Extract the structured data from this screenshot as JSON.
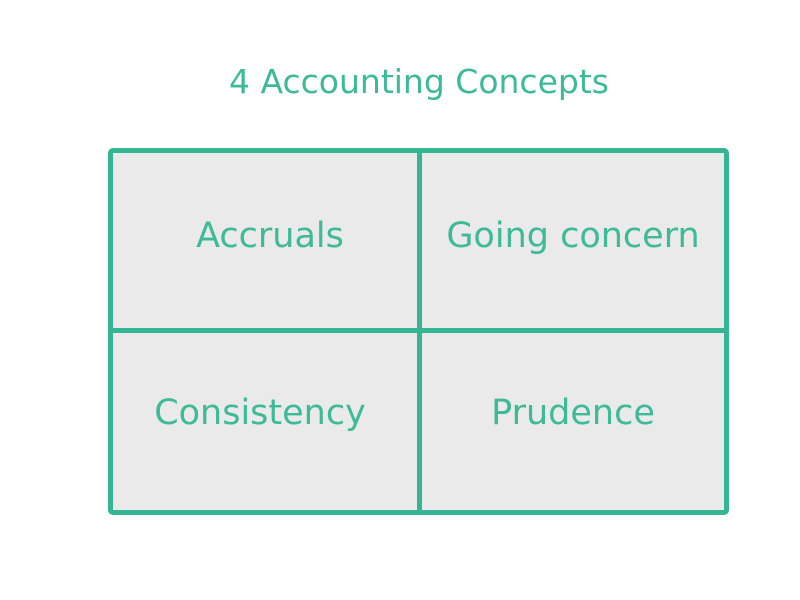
{
  "title": "4 Accounting Concepts",
  "concepts": [
    "Accruals",
    "Going concern",
    "Consistency",
    "Prudence"
  ],
  "colors": {
    "accent": "#35b593",
    "cell_bg": "#eaeaea"
  }
}
